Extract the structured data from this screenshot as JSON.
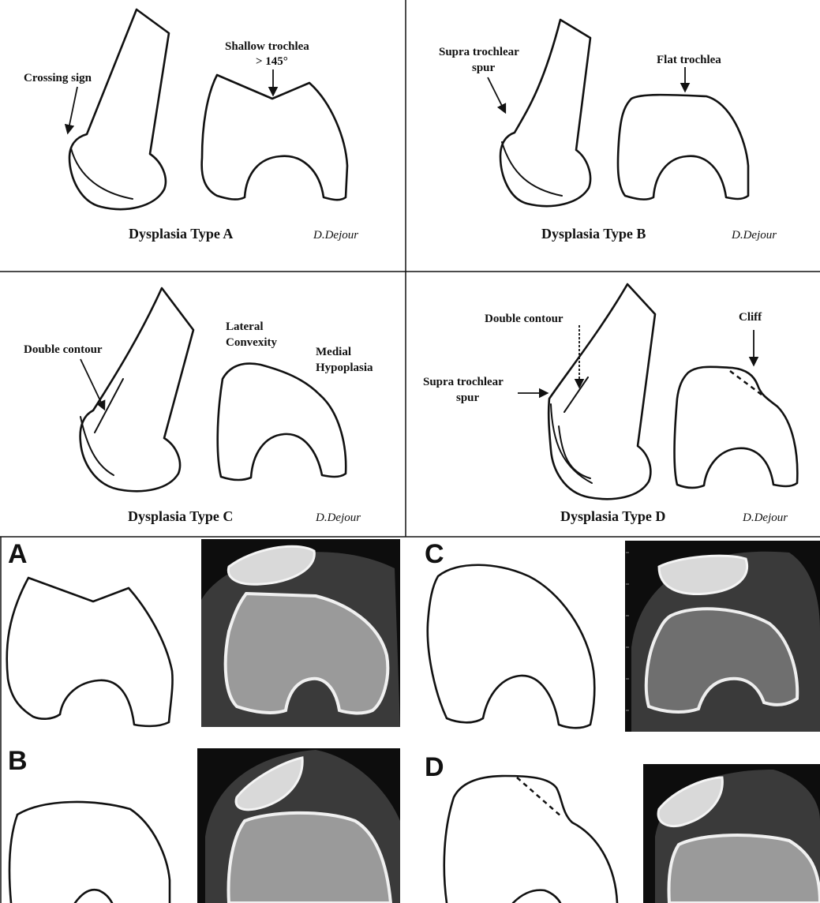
{
  "panels": [
    {
      "title": "Dysplasia Type A",
      "author": "D.Dejour",
      "labels": [
        "Crossing sign",
        "Shallow trochlea",
        "> 145°"
      ]
    },
    {
      "title": "Dysplasia Type B",
      "author": "D.Dejour",
      "labels": [
        "Supra trochlear",
        "spur",
        "Flat trochlea"
      ]
    },
    {
      "title": "Dysplasia Type C",
      "author": "D.Dejour",
      "labels": [
        "Double contour",
        "Lateral",
        "Convexity",
        "Medial",
        "Hypoplasia"
      ]
    },
    {
      "title": "Dysplasia Type D",
      "author": "D.Dejour",
      "labels": [
        "Double contour",
        "Cliff",
        "Supra trochlear",
        "spur"
      ]
    }
  ],
  "ct_panels": [
    {
      "letter": "A"
    },
    {
      "letter": "C"
    },
    {
      "letter": "B"
    },
    {
      "letter": "D"
    }
  ]
}
